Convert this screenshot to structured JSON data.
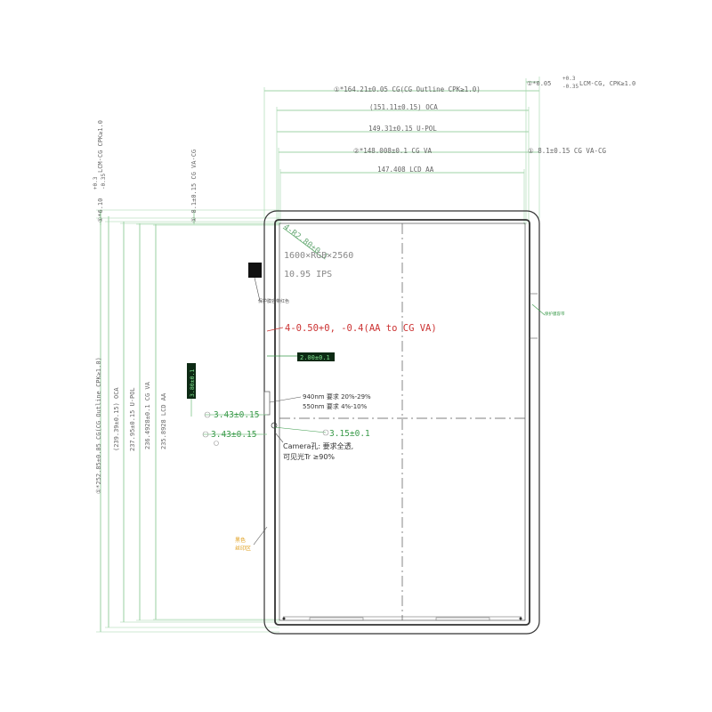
{
  "horizontal_dims": {
    "cg_outline": "①*164.21±0.05 CG(CG Outline CPK≥1.0)",
    "oca": "(151.11±0.15) OCA",
    "u_pol": "149.31±0.15 U-POL",
    "cg_va": "②*148.008±0.1  CG VA",
    "lcd_aa": "147.408 LCD AA",
    "lcm_cg_right_a": "①*0.05",
    "lcm_cg_right_b": "+0.3",
    "lcm_cg_right_c": "-0.35",
    "lcm_cg_right_d": "LCM-CG, CPK≥1.0",
    "va_cg_right": "① 8.1±0.15 CG VA-CG"
  },
  "vertical_dims": {
    "lcm_cg_left_a": "①*6.10",
    "lcm_cg_left_b": "+0.3",
    "lcm_cg_left_c": "-0.35",
    "lcm_cg_left_d": "LCM-CG CPK≥1.0",
    "va_cg_left": "① 8.1±0.15 CG VA-CG",
    "cg_outline": "①*252.85±0.05 CG(CG Outline CPK≥1.0)",
    "oca": "(239.39±0.15) OCA",
    "u_pol": "237.95±0.15 U-POL",
    "cg_va": "236.4928±0.1 CG VA",
    "lcd_aa": "235.8928 LCD AA"
  },
  "panel": {
    "corner_radius": "4-R2.80±0.1",
    "resolution": "1600×RGB×2560",
    "size_type": "10.95  IPS",
    "side_note": "保护膜容带红色",
    "aa_va_tolerance": "4-0.50+0, -0.4(AA to CG VA)",
    "green_tag": "2.00±0.1",
    "vertical_tag": "3.80±0.1",
    "ir_line1": "940nm 要求 20%-29%",
    "ir_line2": "550nm 要求 4%-10%",
    "dim_upper": "3.43±0.15",
    "dim_lower": "3.43±0.15",
    "dim_camera": "3.15±0.1",
    "camera_line1": "Camera孔: 要求全透,",
    "camera_line2": "可见光Tr ≥90%",
    "ink_note_1": "黑色",
    "ink_note_2": "丝印区",
    "right_note": "保护膜容带"
  },
  "colors": {
    "dimension": "#3a9a4a",
    "tolerance": "#c33333",
    "outline": "#333333"
  }
}
